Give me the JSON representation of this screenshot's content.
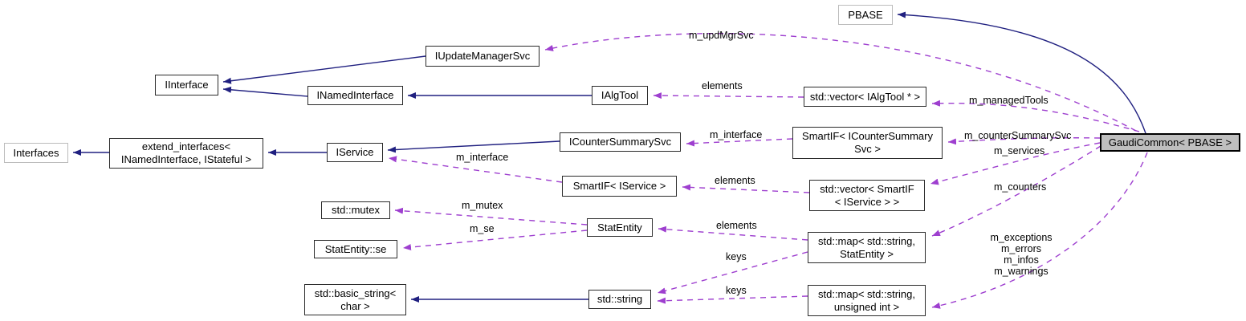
{
  "diagram": {
    "kind": "class-collaboration-graph",
    "focus_class": "GaudiCommon< PBASE >",
    "colors": {
      "inheritance_edge": "#202080",
      "usage_edge": "#9e3fcf",
      "node_fill": "#ffffff",
      "node_border": "#2b2b2b",
      "external_node_border": "#bcbcbc",
      "focus_node_fill": "#bfbfbf",
      "label_text": "#000000"
    },
    "nodes": {
      "pbase": {
        "label": "PBASE"
      },
      "iupdatemanagersvc": {
        "label": "IUpdateManagerSvc"
      },
      "iinterface": {
        "label": "IInterface"
      },
      "inamedinterface": {
        "label": "INamedInterface"
      },
      "ialgtool": {
        "label": "IAlgTool"
      },
      "vector_ialgtool": {
        "label": "std::vector< IAlgTool * >"
      },
      "interfaces": {
        "label": "Interfaces"
      },
      "extend_interfaces": {
        "label": "extend_interfaces<\nINamedInterface, IStateful >"
      },
      "iservice": {
        "label": "IService"
      },
      "icountersummarysvc": {
        "label": "ICounterSummarySvc"
      },
      "smartif_icountersummarysvc": {
        "label": "SmartIF< ICounterSummary\nSvc >"
      },
      "smartif_iservice": {
        "label": "SmartIF< IService >"
      },
      "vector_smartif_iservice": {
        "label": "std::vector< SmartIF\n< IService > >"
      },
      "std_mutex": {
        "label": "std::mutex"
      },
      "statentity": {
        "label": "StatEntity"
      },
      "statentity_se": {
        "label": "StatEntity::se"
      },
      "map_string_statentity": {
        "label": "std::map< std::string,\nStatEntity >"
      },
      "std_basic_string": {
        "label": "std::basic_string<\nchar >"
      },
      "std_string": {
        "label": "std::string"
      },
      "map_string_uint": {
        "label": "std::map< std::string,\nunsigned int >"
      },
      "gaudicommon": {
        "label": "GaudiCommon< PBASE >"
      }
    },
    "edge_labels": {
      "m_updMgrSvc": "m_updMgrSvc",
      "elements_algtool": "elements",
      "m_managedTools": "m_managedTools",
      "m_interface_counter": "m_interface",
      "m_counterSummarySvc": "m_counterSummarySvc",
      "m_services": "m_services",
      "m_interface_service": "m_interface",
      "elements_service": "elements",
      "m_counters": "m_counters",
      "m_mutex": "m_mutex",
      "m_se": "m_se",
      "elements_statentity": "elements",
      "keys_statentity": "keys",
      "keys_uint": "keys",
      "message_counters": "m_exceptions\nm_errors\nm_infos\nm_warnings"
    }
  }
}
